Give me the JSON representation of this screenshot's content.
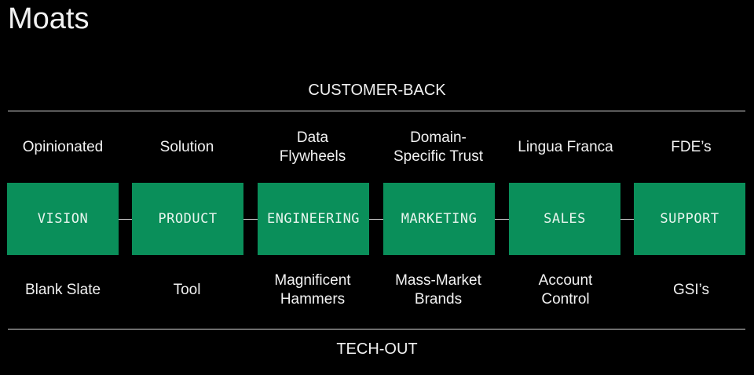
{
  "title": "Moats",
  "top_band": "CUSTOMER-BACK",
  "bottom_band": "TECH-OUT",
  "colors": {
    "background": "#000000",
    "stage_fill": "#0a8f5a",
    "text": "#f2f2f2",
    "rule": "#d9d9d9"
  },
  "stages": [
    {
      "label": "VISION",
      "above": "Opinionated",
      "below": "Blank Slate"
    },
    {
      "label": "PRODUCT",
      "above": "Solution",
      "below": "Tool"
    },
    {
      "label": "ENGINEERING",
      "above": "Data\nFlywheels",
      "below": "Magnificent\nHammers"
    },
    {
      "label": "MARKETING",
      "above": "Domain-\nSpecific Trust",
      "below": "Mass-Market\nBrands"
    },
    {
      "label": "SALES",
      "above": "Lingua Franca",
      "below": "Account\nControl"
    },
    {
      "label": "SUPPORT",
      "above": "FDE’s",
      "below": "GSI’s"
    }
  ]
}
